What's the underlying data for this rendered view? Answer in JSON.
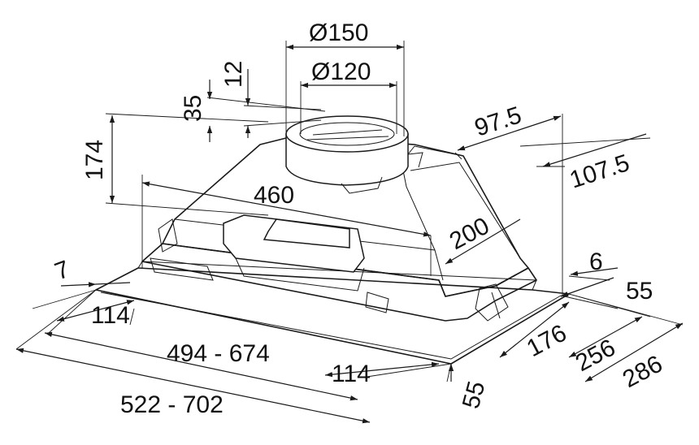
{
  "dimensions": {
    "d150": "Ø150",
    "d120": "Ø120",
    "h12": "12",
    "h35": "35",
    "h174": "174",
    "w460": "460",
    "d200": "200",
    "d97_5": "97.5",
    "d107_5": "107.5",
    "d7": "7",
    "d6": "6",
    "d114_left": "114",
    "w494_674": "494 - 674",
    "d114_bottom": "114",
    "w522_702": "522 - 702",
    "d55_right": "55",
    "d55_bottom": "55",
    "d176": "176",
    "d256": "256",
    "d286": "286"
  },
  "colors": {
    "line": "#1a1a1a",
    "background": "#ffffff"
  }
}
